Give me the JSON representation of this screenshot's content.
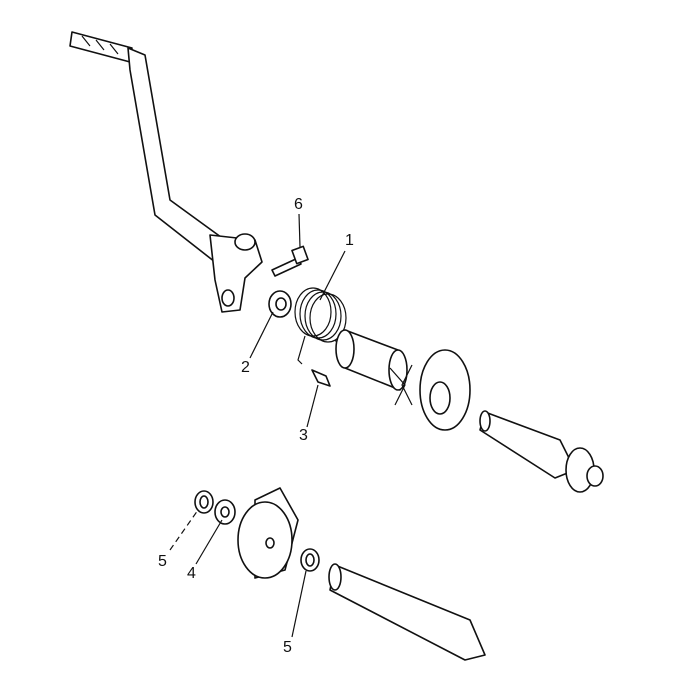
{
  "diagram": {
    "callouts": [
      {
        "id": "6",
        "part": "bolt"
      },
      {
        "id": "1",
        "part": "spring"
      },
      {
        "id": "2",
        "part": "nut"
      },
      {
        "id": "3",
        "part": "pin"
      },
      {
        "id": "5",
        "part": "circlip"
      },
      {
        "id": "4",
        "part": "washer"
      },
      {
        "id": "5",
        "part": "circlip-shaft"
      }
    ],
    "colors": {
      "ink": "#111111",
      "background": "#ffffff"
    }
  }
}
